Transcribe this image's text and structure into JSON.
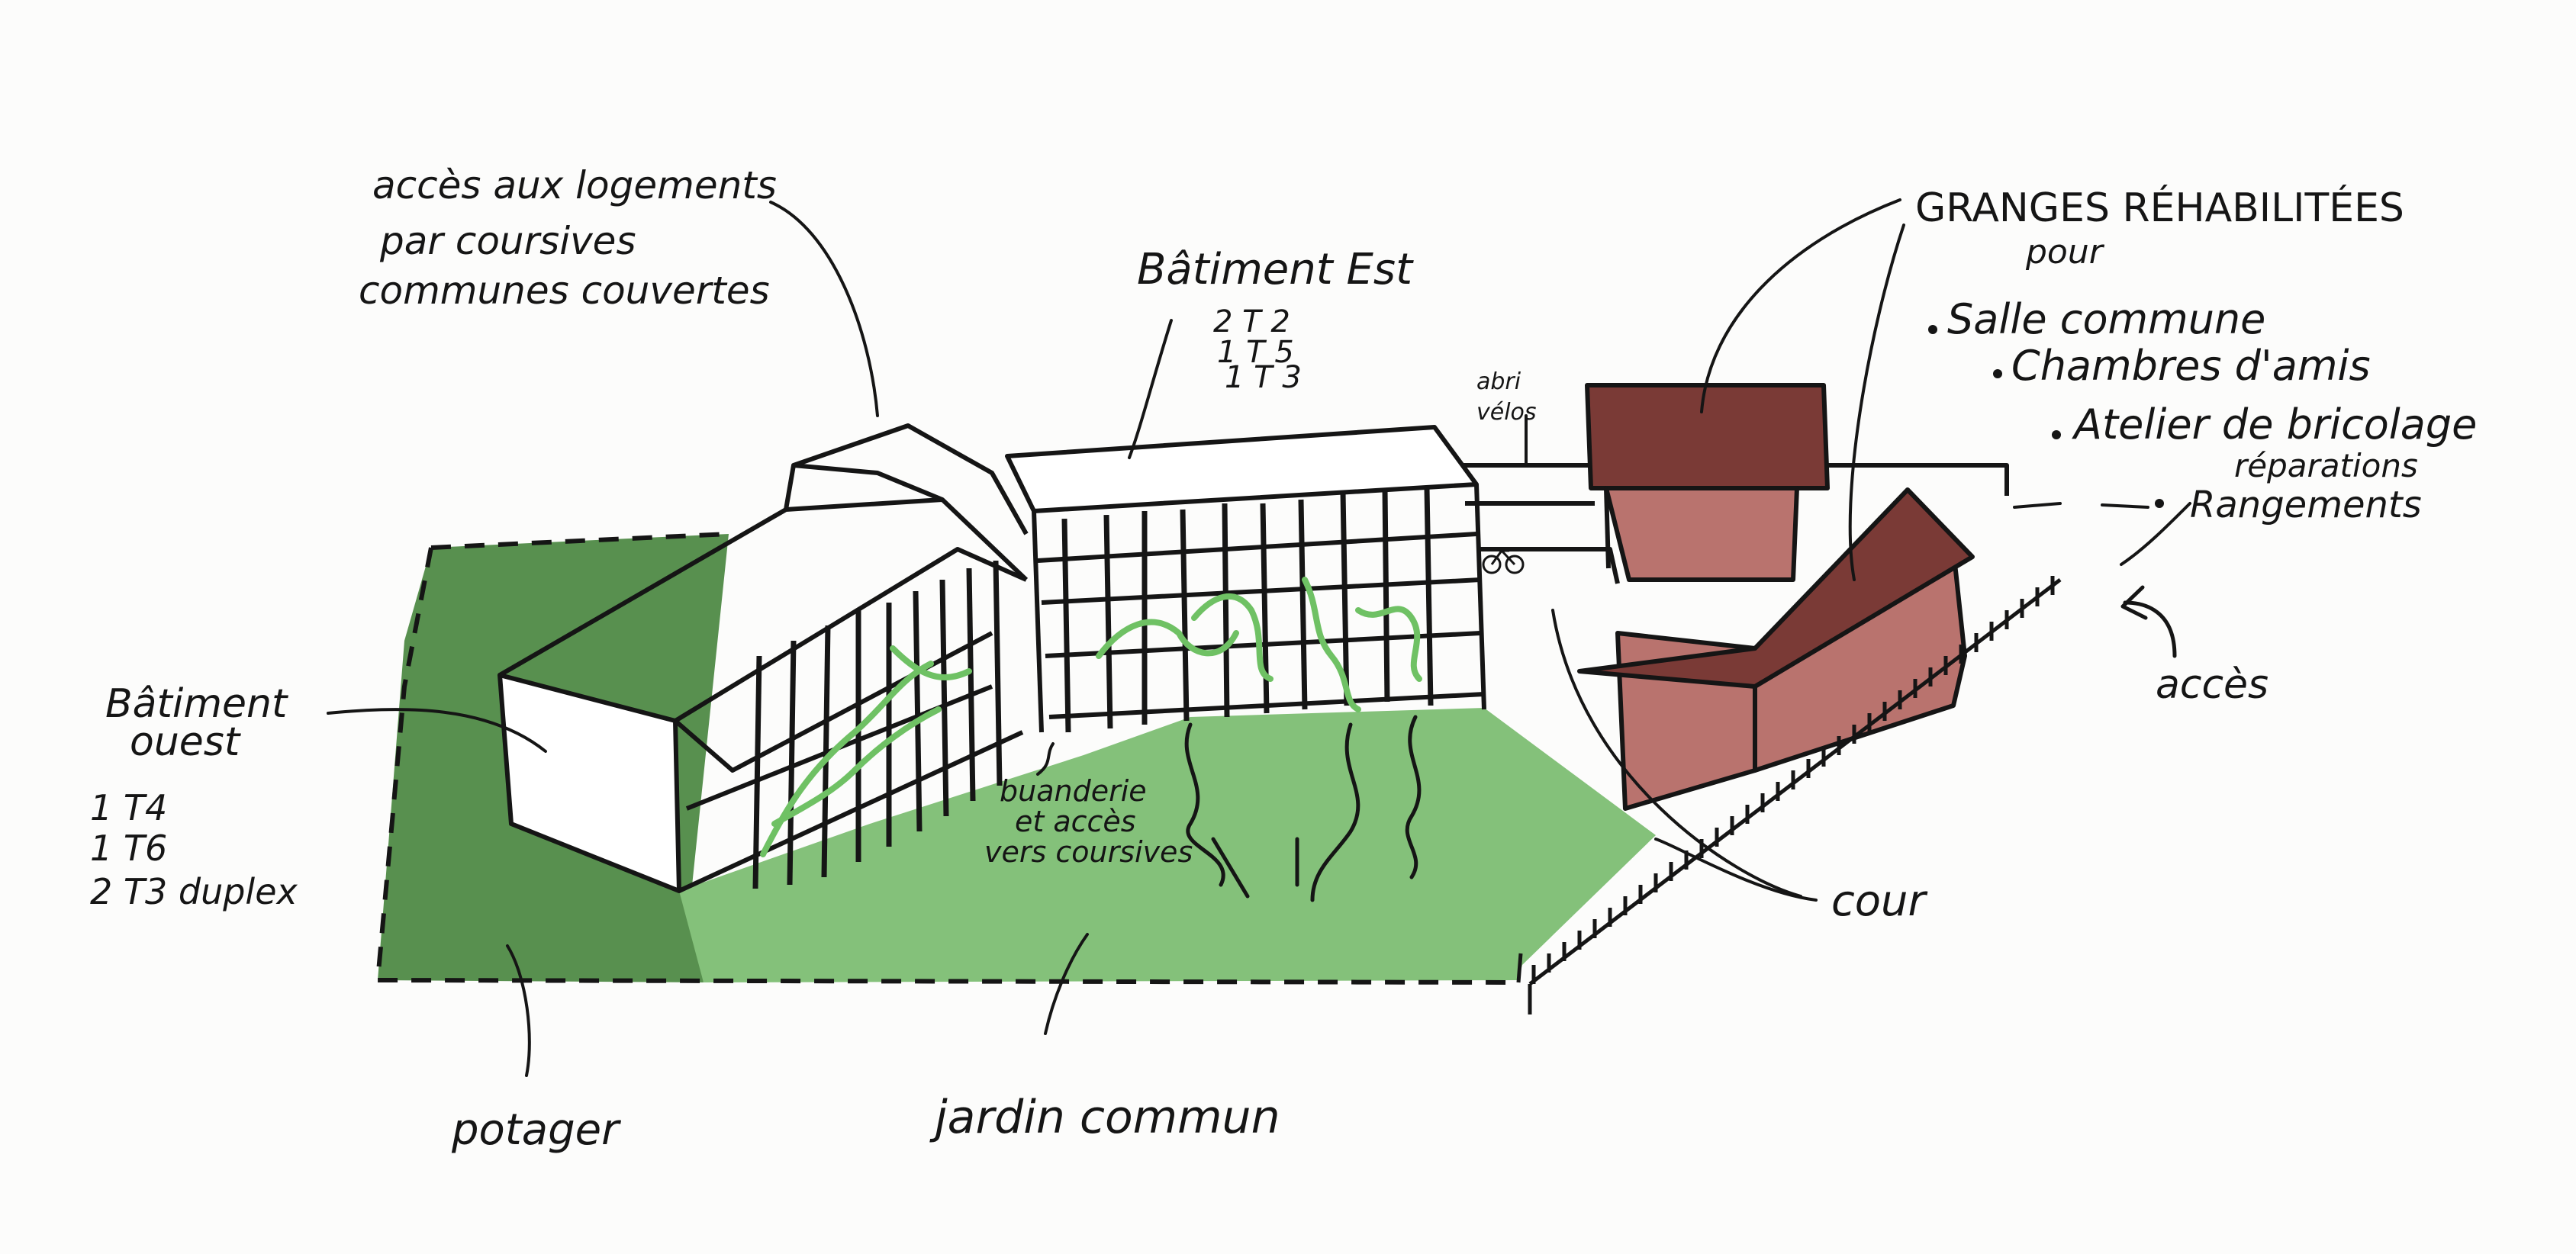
{
  "colors": {
    "potager": "#58904f",
    "jardin": "#84c17a",
    "barn_roof": "#7a3a36",
    "barn_wall": "#b9736e",
    "ink": "#151515",
    "vine": "#6fc164",
    "paper": "#fcfcfb"
  },
  "labels": {
    "acces_logements": [
      "accès aux logements",
      "par coursives",
      "communes couvertes"
    ],
    "batiment_est": {
      "title": "Bâtiment Est",
      "units": [
        "2 T 2",
        "1 T 5",
        "1 T 3"
      ]
    },
    "abri_velos": [
      "abri",
      "vélos"
    ],
    "granges": {
      "title": "GRANGES RÉHABILITÉES",
      "subtitle": "pour",
      "items": [
        "Salle commune",
        "Chambres d'amis",
        "Atelier de bricolage",
        "réparations",
        "Rangements"
      ]
    },
    "acces": "accès",
    "batiment_ouest": {
      "title": [
        "Bâtiment",
        "ouest"
      ],
      "units": [
        "1 T4",
        "1 T6",
        "2 T3 duplex"
      ]
    },
    "buanderie": [
      "buanderie",
      "et accès",
      "vers coursives"
    ],
    "cour": "cour",
    "potager": "potager",
    "jardin_commun": "jardin commun"
  }
}
